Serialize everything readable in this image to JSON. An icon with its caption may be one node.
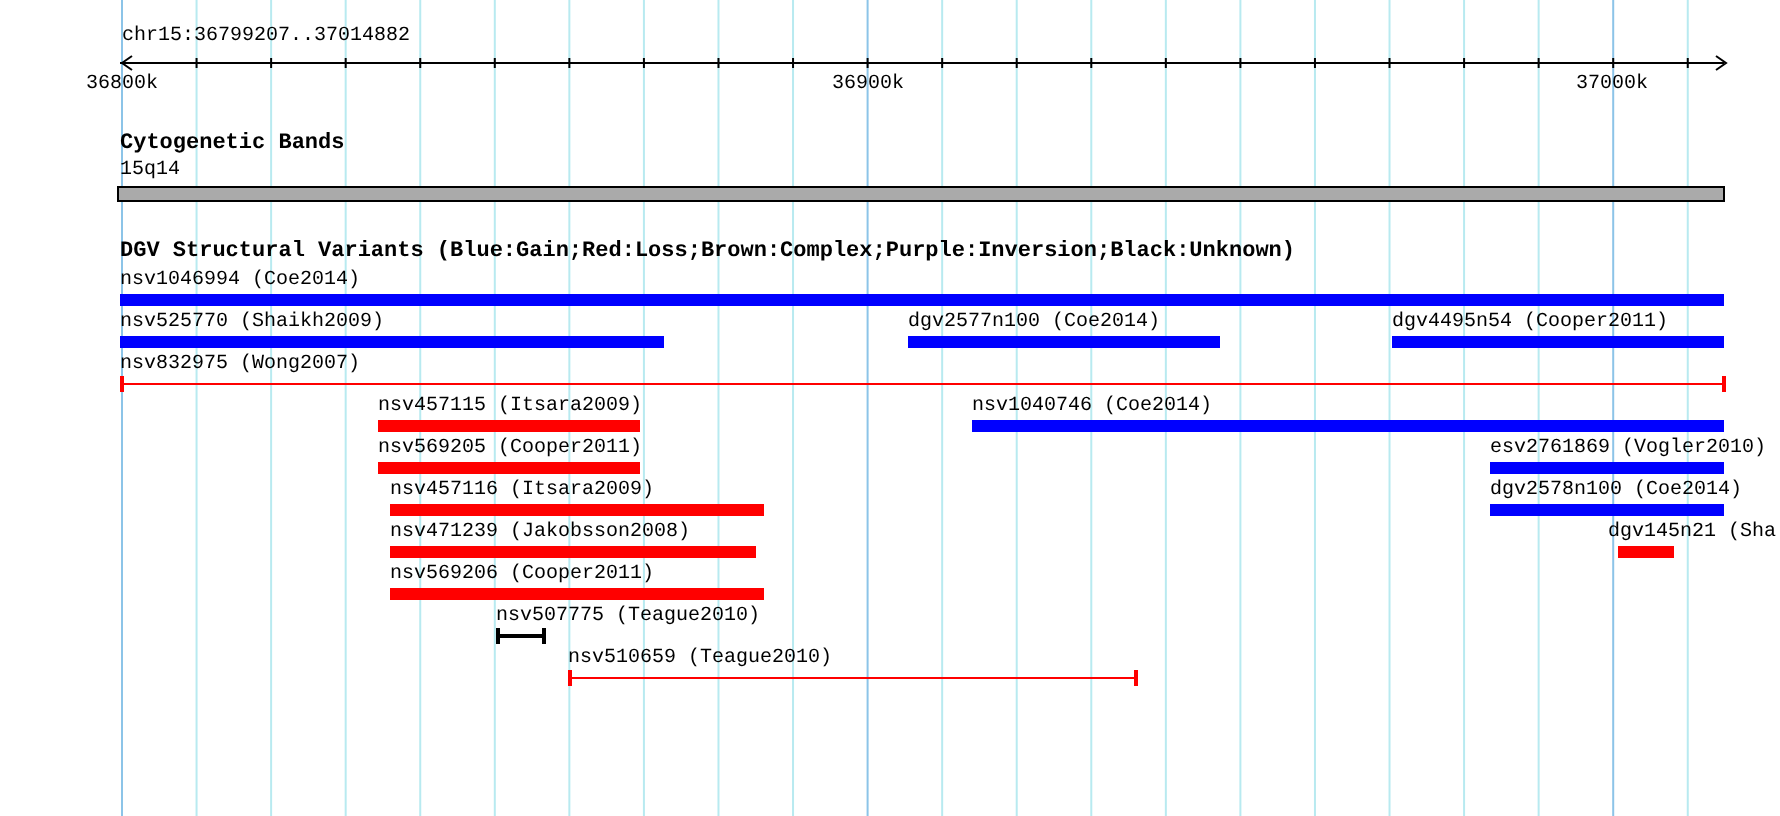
{
  "diagram": {
    "nodes": [
      {
        "text": [
          "nsv1046994 (Coe2014)"
        ]
      },
      {
        "text": [
          "nsv525770 (Shaikh2009)"
        ]
      },
      {
        "text": [
          "dgv2577n100 (Coe2014)"
        ]
      },
      {
        "text": [
          "dgv4495n54 (Cooper2011)"
        ]
      },
      {
        "text": [
          "nsv832975 (Wong2007)"
        ]
      },
      {
        "text": [
          "nsv457115 (Itsara2009)"
        ]
      },
      {
        "text": [
          "nsv1040746 (Coe2014)"
        ]
      },
      {
        "text": [
          "nsv569205 (Cooper2011)"
        ]
      },
      {
        "text": [
          "esv2761869 (Vogler2010)"
        ]
      },
      {
        "text": [
          "nsv457116 (Itsara2009)"
        ]
      },
      {
        "text": [
          "dgv2578n100 (Coe2014)"
        ]
      },
      {
        "text": [
          "nsv471239 (Jakobsson2008)"
        ]
      },
      {
        "text": [
          "dgv145n21 (Sha"
        ]
      },
      {
        "text": [
          "nsv569206 (Cooper2011)"
        ]
      },
      {
        "text": [
          "nsv507775 (Teague2010)"
        ]
      },
      {
        "text": [
          "nsv510659 (Teague2010)"
        ]
      }
    ],
    "labels": [
      "chr15:36799207..37014882",
      "36800k",
      "36900k",
      "37000k",
      "Cytogenetic Bands",
      "15q14",
      "DGV Structural Variants (Blue:Gain;Red:Loss;Brown:Complex;Purple:Inversion;Black:Unknown)"
    ]
  }
}
